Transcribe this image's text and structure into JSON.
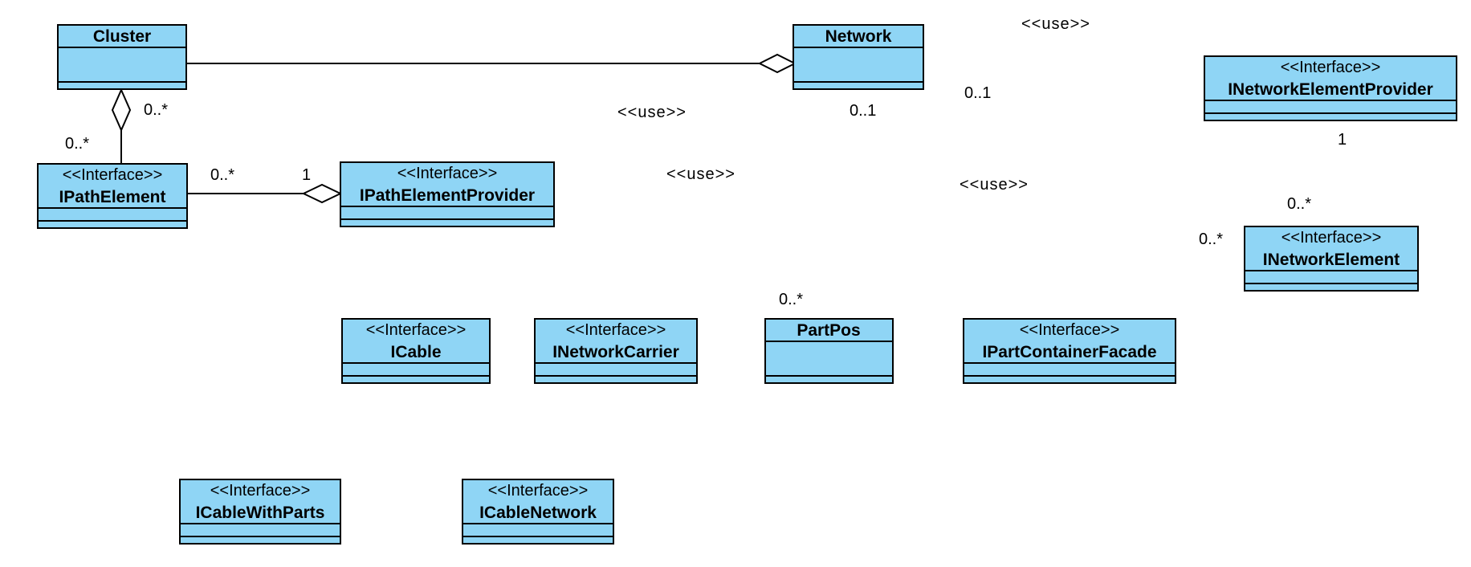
{
  "classes": {
    "cluster": {
      "name": "Cluster"
    },
    "network": {
      "name": "Network"
    },
    "inetwork_element_provider": {
      "stereotype": "<<Interface>>",
      "name": "INetworkElementProvider"
    },
    "ipath_element": {
      "stereotype": "<<Interface>>",
      "name": "IPathElement"
    },
    "ipath_element_provider": {
      "stereotype": "<<Interface>>",
      "name": "IPathElementProvider"
    },
    "inetwork_element": {
      "stereotype": "<<Interface>>",
      "name": "INetworkElement"
    },
    "icable": {
      "stereotype": "<<Interface>>",
      "name": "ICable"
    },
    "inetwork_carrier": {
      "stereotype": "<<Interface>>",
      "name": "INetworkCarrier"
    },
    "part_pos": {
      "name": "PartPos"
    },
    "ipart_container_facade": {
      "stereotype": "<<Interface>>",
      "name": "IPartContainerFacade"
    },
    "icable_with_parts": {
      "stereotype": "<<Interface>>",
      "name": "ICableWithParts"
    },
    "icable_network": {
      "stereotype": "<<Interface>>",
      "name": "ICableNetwork"
    }
  },
  "multiplicities": {
    "cluster_end_of_pathelement": "0..*",
    "pathelement_end_of_cluster": "0..*",
    "pathelement_end_of_provider": "0..*",
    "provider_end_of_pathelement": "1",
    "network_end_of_partpos": "0..1",
    "partpos_end_of_network": "0..*",
    "network_end_of_networkelement": "0..1",
    "networkelement_end_of_network": "0..*",
    "provider_end_of_networkelement": "1",
    "networkelement_end_of_provider": "0..*"
  },
  "dependencies": {
    "network_to_inetwork_element_provider": "<<use>>",
    "network_to_ipath_element_provider": "<<use>>",
    "network_to_inetwork_carrier": "<<use>>",
    "network_to_ipart_container_facade": "<<use>>"
  }
}
